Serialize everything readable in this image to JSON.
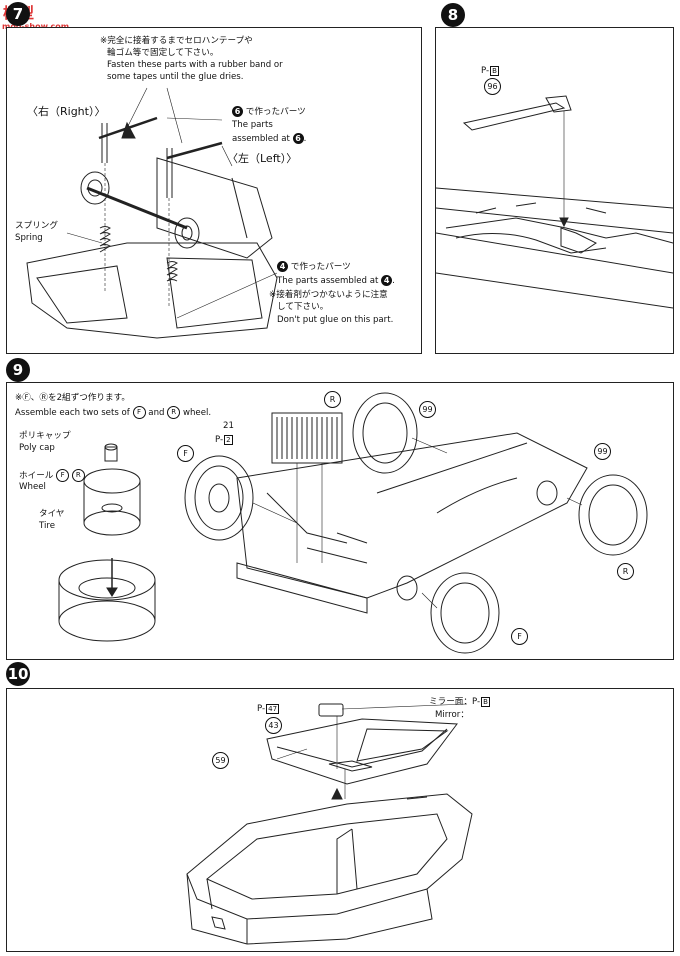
{
  "watermark": {
    "site_cn": "模型",
    "site_url": "moo-show.com"
  },
  "step7": {
    "number": "7",
    "note_jp_1": "※完全に接着するまでセロハンテープや",
    "note_jp_2": "輪ゴム等で固定して下さい。",
    "note_en_1": "Fasten these parts with a rubber band or",
    "note_en_2": "some tapes until the glue dries.",
    "right_label": "〈右（Right）〉",
    "left_label": "〈左（Left）〉",
    "parts6_num": "6",
    "parts6_jp": "で作ったパーツ",
    "parts6_en_1": "The parts",
    "parts6_en_2": "assembled at",
    "spring_jp": "スプリング",
    "spring_en": "Spring",
    "parts4_num": "4",
    "parts4_jp": "で作ったパーツ",
    "parts4_en": "The parts assembled at",
    "glue_jp_1": "※接着剤がつかないように注意",
    "glue_jp_2": "して下さい。",
    "glue_en": "Don't put glue on this part."
  },
  "step8": {
    "number": "8",
    "runner": "P-",
    "runner_box": "B",
    "part": "96"
  },
  "step9": {
    "number": "9",
    "note_jp": "※Ⓕ、Ⓡを2組ずつ作ります。",
    "note_en_pre": "Assemble each two sets of",
    "note_en_and": "and",
    "note_en_post": "wheel.",
    "f": "F",
    "r": "R",
    "polycap_jp": "ポリキャップ",
    "polycap_en": "Poly cap",
    "wheel_jp": "ホイール",
    "wheel_en": "Wheel",
    "tire_jp": "タイヤ",
    "tire_en": "Tire",
    "part21": "21",
    "runner21": "P-",
    "runner21_box": "2",
    "part99": "99"
  },
  "step10": {
    "number": "10",
    "runner": "P-",
    "runner_box": "47",
    "part43": "43",
    "part59": "59",
    "mirror_jp": "ミラー面：P-",
    "mirror_box": "B",
    "mirror_en": "Mirror："
  }
}
